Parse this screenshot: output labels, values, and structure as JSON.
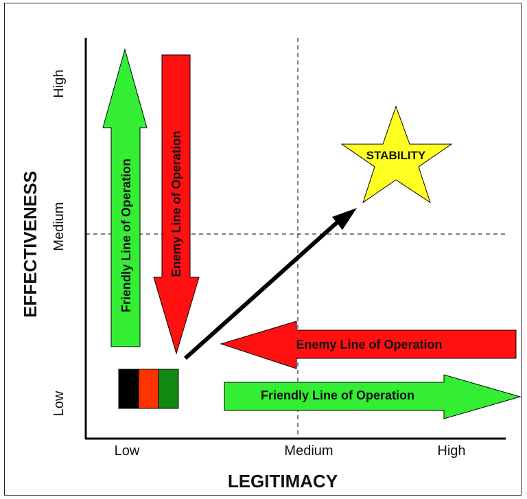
{
  "axes": {
    "x_title": "LEGITIMACY",
    "y_title": "EFFECTIVENESS",
    "x_ticks": [
      "Low",
      "Medium",
      "High"
    ],
    "y_ticks": [
      "Low",
      "Medium",
      "High"
    ]
  },
  "arrows": {
    "friendly_vertical": "Friendly Line of Operation",
    "enemy_vertical": "Enemy Line of Operation",
    "enemy_horizontal": "Enemy Line of Operation",
    "friendly_horizontal": "Friendly Line of Operation"
  },
  "star": {
    "label": "STABILITY"
  },
  "colors": {
    "friendly": "#33ee33",
    "enemy": "#ff1111",
    "star": "#ffff22",
    "flag": [
      "#000000",
      "#ff3300",
      "#118811"
    ]
  }
}
